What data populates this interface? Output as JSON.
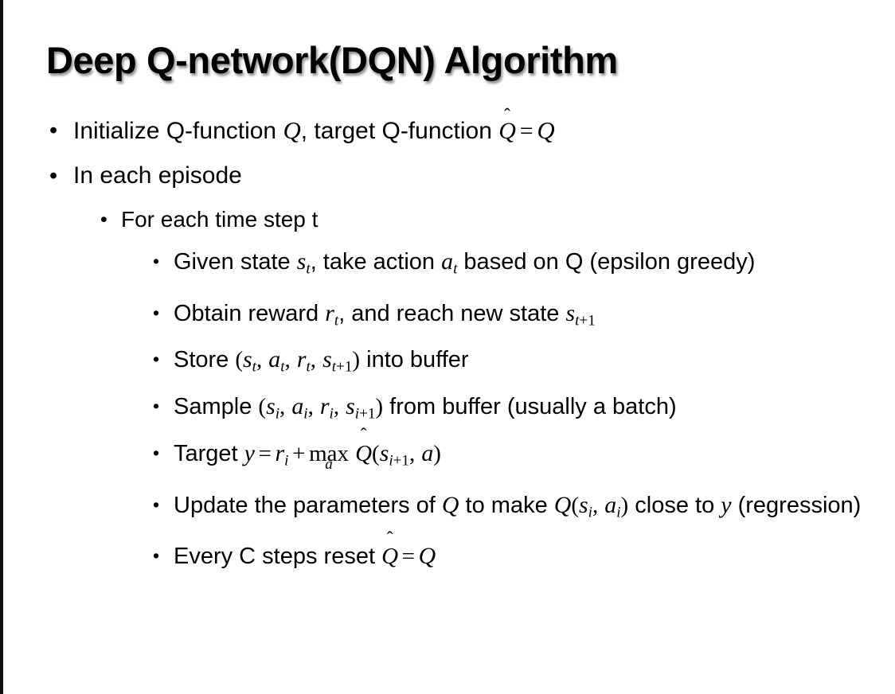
{
  "slide": {
    "title": "Deep Q-network(DQN) Algorithm",
    "background_color": "#ffffff",
    "text_color": "#000000",
    "edge_strip_color": "#0d0f14",
    "bullet_glyph": "•"
  },
  "content": {
    "bullets": [
      {
        "level": 1,
        "id": "initialize-q-function",
        "text_plain": "Initialize Q-function Q, target Q-function Q̂ = Q",
        "segments": [
          {
            "kind": "text",
            "value": "Initialize Q-function "
          },
          {
            "kind": "math-italic",
            "value": "Q"
          },
          {
            "kind": "text",
            "value": ", target Q-function "
          },
          {
            "kind": "math-hat",
            "value": "Q"
          },
          {
            "kind": "math-op",
            "value": "="
          },
          {
            "kind": "math-italic",
            "value": "Q"
          }
        ]
      },
      {
        "level": 1,
        "id": "in-each-episode",
        "text_plain": "In each episode",
        "segments": [
          {
            "kind": "text",
            "value": "In each episode"
          }
        ]
      },
      {
        "level": 2,
        "id": "for-each-time-step",
        "text_plain": "For each time step t",
        "segments": [
          {
            "kind": "text",
            "value": "For each time step t"
          }
        ]
      },
      {
        "level": 3,
        "id": "given-state-take-action",
        "text_plain": "Given state s_t, take action a_t based on Q (epsilon greedy)",
        "segments": [
          {
            "kind": "text",
            "value": "Given state "
          },
          {
            "kind": "math-sub-italic",
            "base": "s",
            "sub": "t"
          },
          {
            "kind": "text",
            "value": ", take action "
          },
          {
            "kind": "math-sub-italic",
            "base": "a",
            "sub": "t"
          },
          {
            "kind": "text",
            "value": " based on Q (epsilon greedy)"
          }
        ]
      },
      {
        "level": 3,
        "id": "obtain-reward-reach-new-state",
        "text_plain": "Obtain reward r_t, and reach new state s_t+1",
        "segments": [
          {
            "kind": "text",
            "value": "Obtain reward "
          },
          {
            "kind": "math-sub-italic",
            "base": "r",
            "sub": "t"
          },
          {
            "kind": "text",
            "value": ", and reach new state "
          },
          {
            "kind": "math-sub-mixed",
            "base": "s",
            "sub_italic": "t",
            "sub_upright": "+1"
          }
        ]
      },
      {
        "level": 3,
        "id": "store-into-buffer",
        "text_plain": "Store (s_t, a_t, r_t, s_t+1) into buffer",
        "segments": [
          {
            "kind": "text",
            "value": "Store ("
          },
          {
            "kind": "math-sub-italic",
            "base": "s",
            "sub": "t"
          },
          {
            "kind": "text",
            "value": ", "
          },
          {
            "kind": "math-sub-italic",
            "base": "a",
            "sub": "t"
          },
          {
            "kind": "text",
            "value": ", "
          },
          {
            "kind": "math-sub-italic",
            "base": "r",
            "sub": "t"
          },
          {
            "kind": "text",
            "value": ", "
          },
          {
            "kind": "math-sub-mixed",
            "base": "s",
            "sub_italic": "t",
            "sub_upright": "+1"
          },
          {
            "kind": "text",
            "value": ") into buffer"
          }
        ]
      },
      {
        "level": 3,
        "id": "sample-from-buffer",
        "text_plain": "Sample (s_i, a_i, r_i, s_i+1) from buffer (usually a batch)",
        "segments": [
          {
            "kind": "text",
            "value": "Sample ("
          },
          {
            "kind": "math-sub-italic",
            "base": "s",
            "sub": "i"
          },
          {
            "kind": "text",
            "value": ", "
          },
          {
            "kind": "math-sub-italic",
            "base": "a",
            "sub": "i"
          },
          {
            "kind": "text",
            "value": ", "
          },
          {
            "kind": "math-sub-italic",
            "base": "r",
            "sub": "i"
          },
          {
            "kind": "text",
            "value": ", "
          },
          {
            "kind": "math-sub-mixed",
            "base": "s",
            "sub_italic": "i",
            "sub_upright": "+1"
          },
          {
            "kind": "text",
            "value": ") from buffer (usually a batch)"
          }
        ]
      },
      {
        "level": 3,
        "id": "target-equation",
        "text_plain": "Target y = r_i + max_a Q̂(s_i+1, a)",
        "segments": [
          {
            "kind": "text",
            "value": "Target "
          },
          {
            "kind": "math-italic",
            "value": "y"
          },
          {
            "kind": "math-op",
            "value": "="
          },
          {
            "kind": "math-sub-italic",
            "base": "r",
            "sub": "i"
          },
          {
            "kind": "math-op",
            "value": "+"
          },
          {
            "kind": "math-limit",
            "op": "max",
            "under": "a"
          },
          {
            "kind": "math-hat",
            "value": "Q"
          },
          {
            "kind": "text-serif",
            "value": "("
          },
          {
            "kind": "math-sub-mixed",
            "base": "s",
            "sub_italic": "i",
            "sub_upright": "+1"
          },
          {
            "kind": "text-serif",
            "value": ", "
          },
          {
            "kind": "math-italic",
            "value": "a"
          },
          {
            "kind": "text-serif",
            "value": ")"
          }
        ]
      },
      {
        "level": 3,
        "id": "update-parameters",
        "text_plain": "Update the parameters of Q to make Q(s_i, a_i) close to y (regression)",
        "segments": [
          {
            "kind": "text",
            "value": "Update the parameters of "
          },
          {
            "kind": "math-italic",
            "value": "Q"
          },
          {
            "kind": "text",
            "value": " to make "
          },
          {
            "kind": "math-italic",
            "value": "Q"
          },
          {
            "kind": "text-serif",
            "value": "("
          },
          {
            "kind": "math-sub-italic",
            "base": "s",
            "sub": "i"
          },
          {
            "kind": "text-serif",
            "value": ", "
          },
          {
            "kind": "math-sub-italic",
            "base": "a",
            "sub": "i"
          },
          {
            "kind": "text-serif",
            "value": ")"
          },
          {
            "kind": "text",
            "value": " close to "
          },
          {
            "kind": "math-italic",
            "value": "y"
          },
          {
            "kind": "text",
            "value": " (regression)"
          }
        ]
      },
      {
        "level": 3,
        "id": "every-c-steps-reset",
        "text_plain": "Every C steps reset Q̂ = Q",
        "segments": [
          {
            "kind": "text",
            "value": "Every C steps reset "
          },
          {
            "kind": "math-hat",
            "value": "Q"
          },
          {
            "kind": "math-op",
            "value": "="
          },
          {
            "kind": "math-italic",
            "value": "Q"
          }
        ]
      }
    ]
  }
}
